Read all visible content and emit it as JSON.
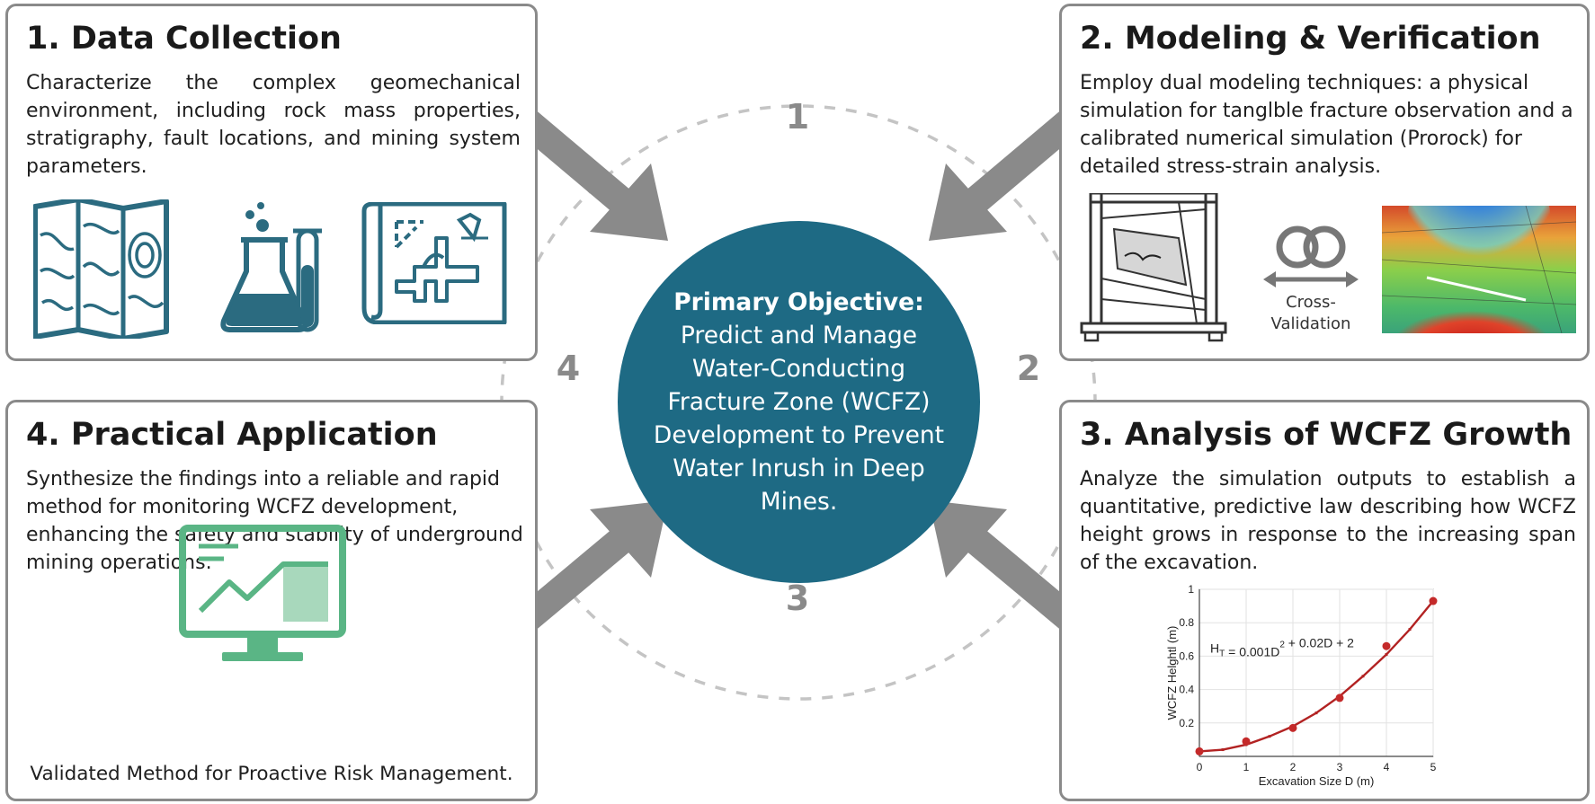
{
  "center": {
    "lead": "Primary Objective:",
    "body": "Predict and Manage Water-Conducting Fracture Zone (WCFZ) Development to Prevent Water Inrush in Deep Mines."
  },
  "cycle_numbers": [
    "1",
    "2",
    "3",
    "4"
  ],
  "panels": {
    "data_collection": {
      "title": "1. Data Collection",
      "description": "Characterize the complex geomechanical environment, including rock mass properties, stratigraphy, fault locations, and mining system parameters.",
      "icons": [
        "topographic-map-icon",
        "flask-test-tube-icon",
        "mine-blueprint-icon"
      ]
    },
    "modeling": {
      "title": "2. Modeling & Verification",
      "description": "Employ dual modeling techniques: a physical simulation for tanglble fracture observation and a calibrated numerical simulation (Prorock) for detailed stress-strain analysis.",
      "cross_validation_label": "Cross-Validation",
      "icons": [
        "physical-model-frame-icon",
        "cross-validation-arrows-icon",
        "numerical-stress-map-icon"
      ]
    },
    "analysis": {
      "title": "3. Analysis of WCFZ Growth",
      "description": "Analyze the simulation outputs to establish a quantitative, predictive law describing how WCFZ height grows in response to the increasing span of the excavation."
    },
    "application": {
      "title": "4. Practical Application",
      "description": "Synthesize the findings into a reliable and rapid method for monitoring WCFZ development, enhancing the safety and stability of underground mining operations.",
      "caption": "Validated Method for Proactive Risk Management.",
      "icons": [
        "monitor-trend-chart-icon"
      ]
    }
  },
  "colors": {
    "hub": "#1e6a84",
    "arrow": "#8a8a8a",
    "icon_teal": "#2b6b80",
    "icon_green": "#5ab585",
    "curve": "#b22222"
  },
  "chart_data": {
    "type": "scatter",
    "xlabel": "Excavation Size D (m)",
    "ylabel": "WCFZ Helghtl (m)",
    "annotation": "H_T = 0.001D^2 + 0.02D + 2",
    "annotation_parts": {
      "h": "H",
      "sub": "T",
      "a": " = 0.001D",
      "sup": "2",
      "b": " + 0.02D + 2"
    },
    "xlim": [
      0,
      5
    ],
    "ylim": [
      0,
      1
    ],
    "x_ticks": [
      0,
      1,
      2,
      3,
      4,
      5
    ],
    "y_ticks": [
      0.2,
      0.4,
      0.6,
      0.8,
      1
    ],
    "y_tick_labels": [
      "0.2",
      "0.4",
      "0.6",
      "0.8",
      "1"
    ],
    "grid": true,
    "series": [
      {
        "kind": "points",
        "x": [
          0,
          1,
          2,
          3,
          4,
          5
        ],
        "y": [
          0.03,
          0.09,
          0.17,
          0.35,
          0.66,
          0.93
        ]
      },
      {
        "kind": "fit_curve",
        "x": [
          0,
          0.5,
          1,
          1.5,
          2,
          2.5,
          3,
          3.5,
          4,
          4.5,
          5
        ],
        "y": [
          0.03,
          0.04,
          0.07,
          0.12,
          0.18,
          0.26,
          0.36,
          0.48,
          0.61,
          0.76,
          0.93
        ]
      }
    ]
  }
}
